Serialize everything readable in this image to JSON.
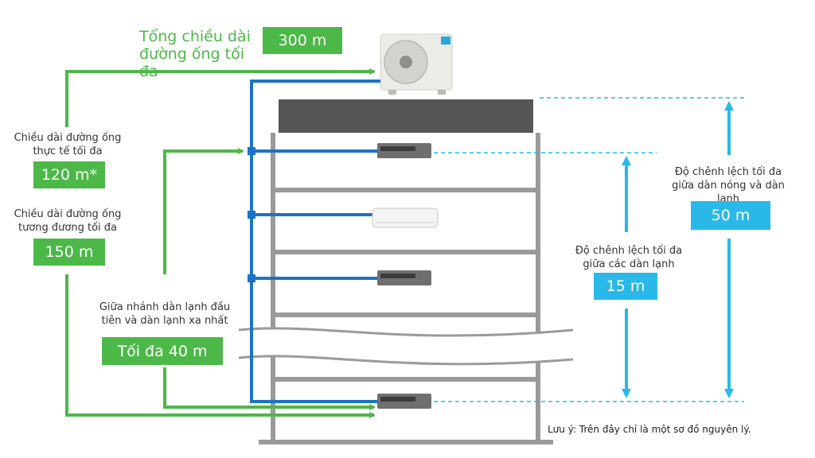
{
  "colors": {
    "green": "#4cb848",
    "blue": "#29b8e8",
    "pipe_blue": "#1a73c7",
    "building": "#999999",
    "roof": "#555555"
  },
  "labels": {
    "total_length_title": "Tổng chiều dài đường ống tối đa",
    "total_length_value": "300 m",
    "actual_length_title": "Chiều dài đường ống thực tế tối đa",
    "actual_length_value": "120 m*",
    "equivalent_length_title": "Chiều dài đường ống tương đương tối đa",
    "equivalent_length_value": "150 m",
    "branch_title": "Giữa nhánh dàn lạnh đầu tiên và dàn lạnh xa nhất",
    "branch_value": "Tối đa 40 m",
    "indoor_diff_title": "Độ chênh lệch tối đa giữa các dàn lạnh",
    "indoor_diff_value": "15 m",
    "outdoor_indoor_diff_title": "Độ chênh lệch tối đa giữa dàn nóng và dàn lạnh",
    "outdoor_indoor_diff_value": "50 m",
    "note": "Lưu ý: Trên đây chỉ là một sơ đồ nguyên lý."
  }
}
